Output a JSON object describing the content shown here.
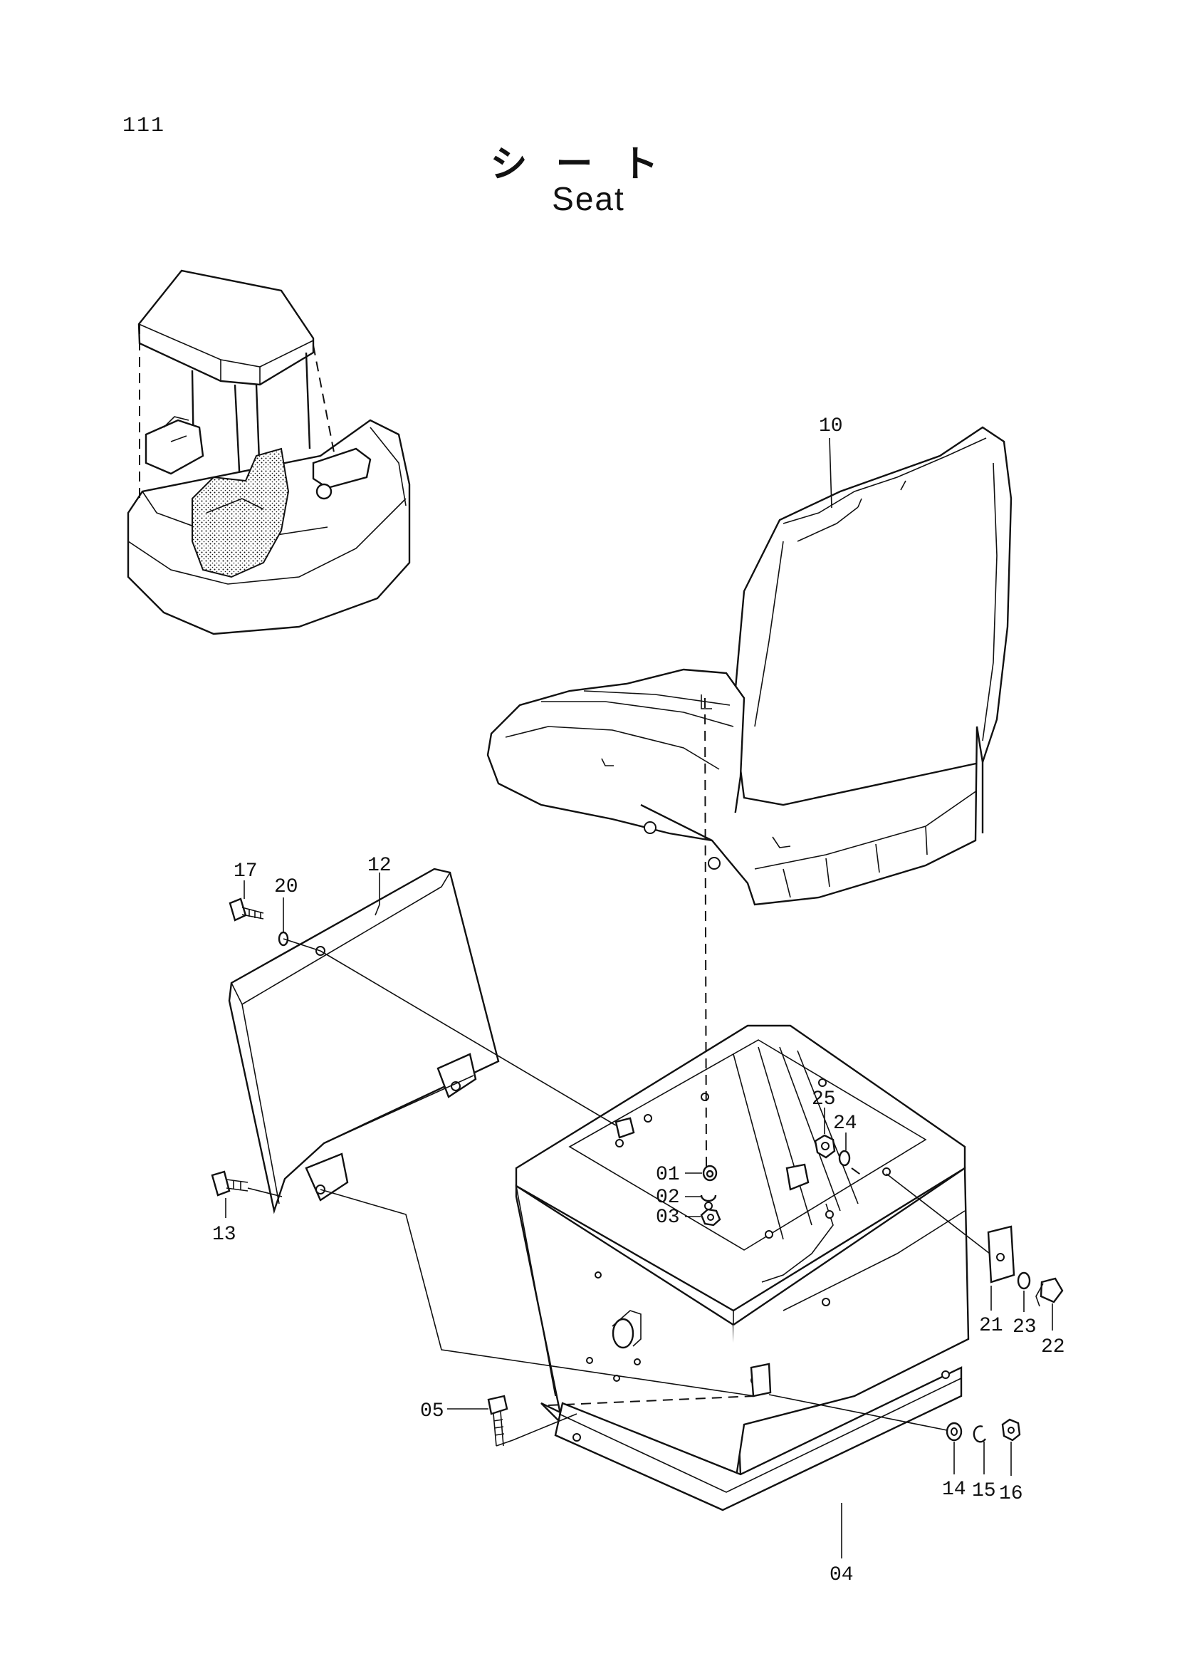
{
  "page": {
    "number": "111",
    "title_ja": "シート",
    "title_en": "Seat"
  },
  "part_labels": [
    "01",
    "02",
    "03",
    "04",
    "05",
    "10",
    "12",
    "13",
    "14",
    "15",
    "16",
    "17",
    "20",
    "21",
    "22",
    "23",
    "24",
    "25"
  ]
}
